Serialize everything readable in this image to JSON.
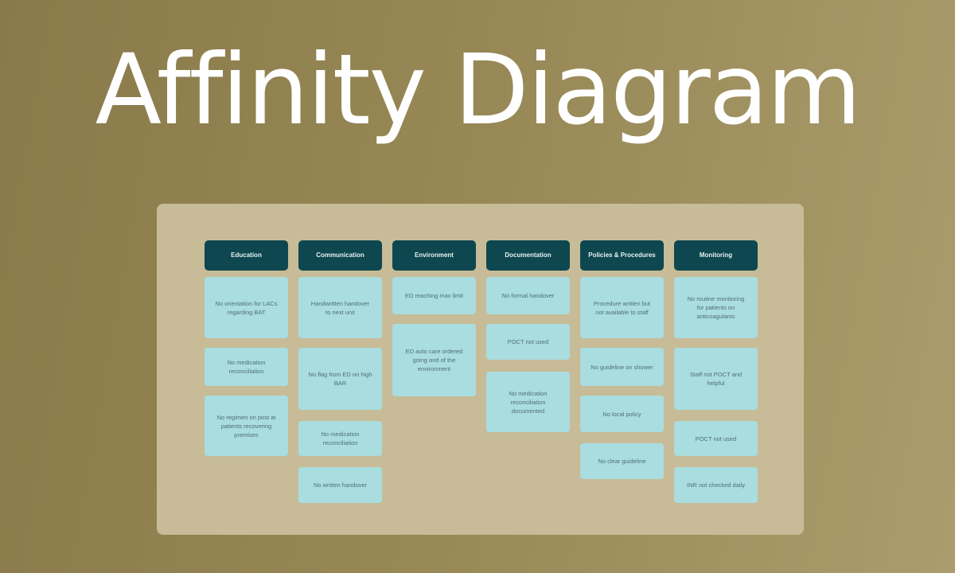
{
  "title": "Affinity Diagram",
  "columns": [
    {
      "header": "Education",
      "cards": [
        "No orientation for LACs regarding BAT",
        "No medication reconciliation",
        "No regimen on post at patients recovering premises"
      ]
    },
    {
      "header": "Communication",
      "cards": [
        "Handwritten handover to next unit",
        "No flag from ED on high BAR",
        "No medication reconciliation",
        "No written handover"
      ]
    },
    {
      "header": "Environment",
      "cards": [
        "ED reaching max limit",
        "ED auto care ordered going and of the environment"
      ]
    },
    {
      "header": "Documentation",
      "cards": [
        "No formal handover",
        "POCT not used",
        "No medication reconciliation documented"
      ]
    },
    {
      "header": "Policies & Procedures",
      "cards": [
        "Procedure written but not available to staff",
        "No guideline on shower",
        "No local policy",
        "No clear guideline"
      ]
    },
    {
      "header": "Monitoring",
      "cards": [
        "No routine monitoring for patients on anticoagulants",
        "Staff not POCT and helpful",
        "POCT not used",
        "INR not checked daily"
      ]
    }
  ],
  "colors": {
    "header": "#0e4750",
    "card": "#a9dde0",
    "panel": "#c7bc97"
  }
}
